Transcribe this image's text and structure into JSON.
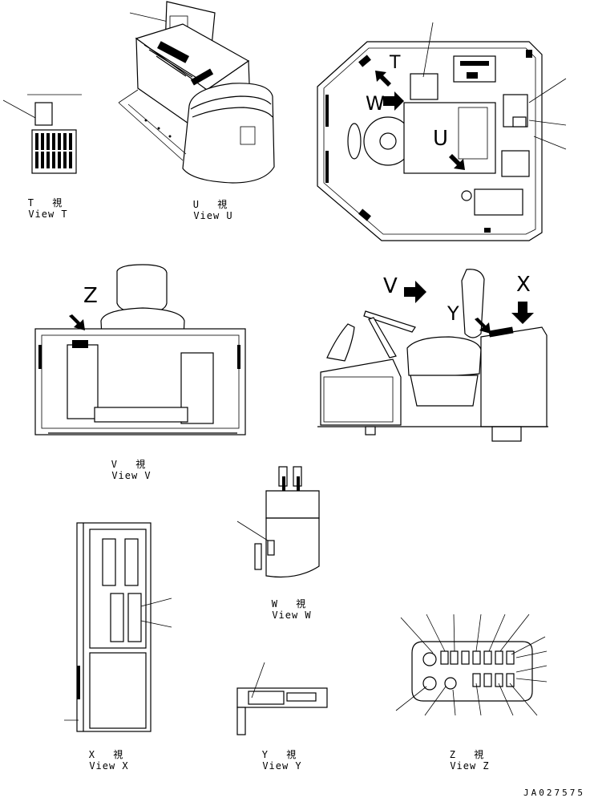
{
  "views": {
    "t": {
      "jp": "T 視",
      "en": "View T"
    },
    "u": {
      "jp": "U 視",
      "en": "View U"
    },
    "v": {
      "jp": "V 視",
      "en": "View V"
    },
    "w": {
      "jp": "W 視",
      "en": "View W"
    },
    "x": {
      "jp": "X 視",
      "en": "View X"
    },
    "y": {
      "jp": "Y 視",
      "en": "View Y"
    },
    "z": {
      "jp": "Z 視",
      "en": "View Z"
    }
  },
  "markers": {
    "t": "T",
    "u": "U",
    "w": "W",
    "v": "V",
    "x": "X",
    "y": "Y",
    "z": "Z"
  },
  "drawing_number": "JA027575"
}
